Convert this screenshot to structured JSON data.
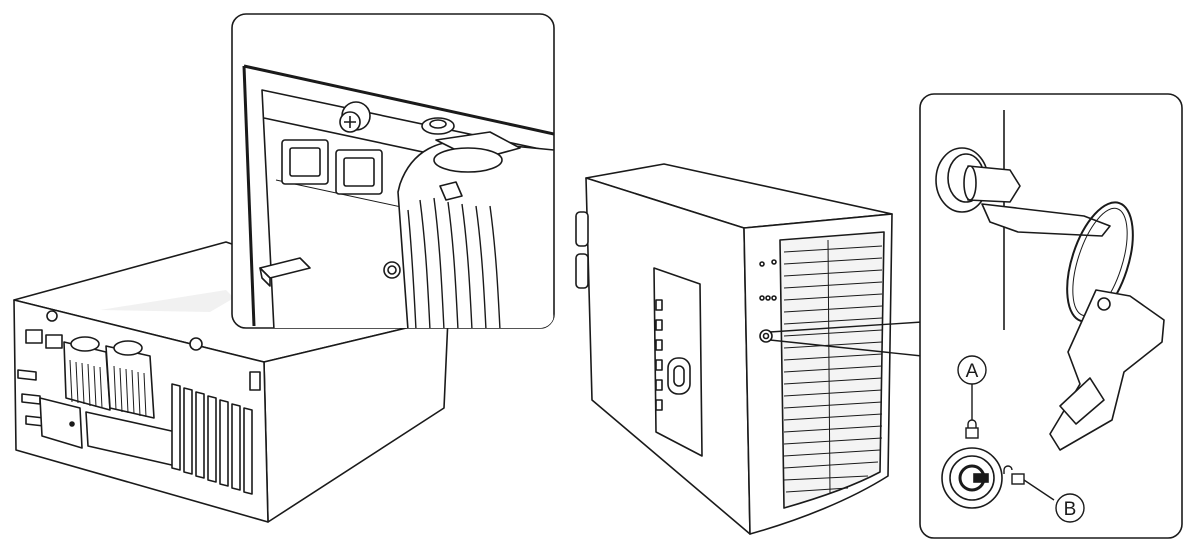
{
  "callouts": {
    "a": {
      "letter": "A",
      "meaning": "lock"
    },
    "b": {
      "letter": "B",
      "meaning": "unlock"
    }
  },
  "colors": {
    "line": "#1a1a1a",
    "fill": "#ffffff",
    "shade": "#e6e6e6",
    "dark": "#333333"
  },
  "icons": {
    "lock": "padlock-closed-icon",
    "unlock": "padlock-open-icon"
  }
}
